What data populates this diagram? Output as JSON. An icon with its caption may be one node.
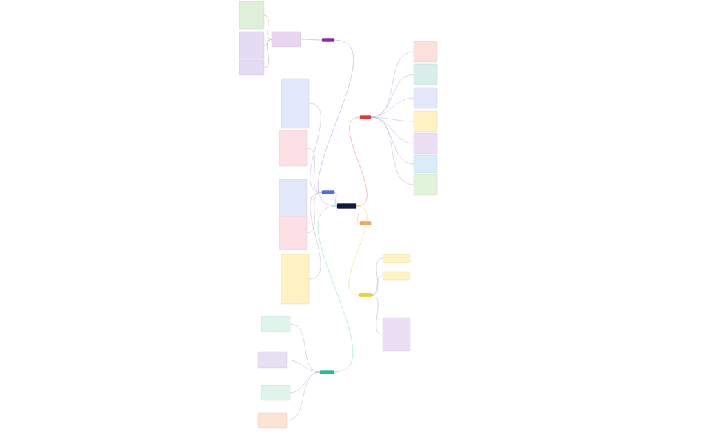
{
  "diagram": {
    "nodes": [
      {
        "text": [],
        "shape": "box"
      },
      {
        "text": [],
        "shape": "box"
      },
      {
        "text": [],
        "shape": "box"
      },
      {
        "text": [],
        "shape": "box"
      },
      {
        "text": [],
        "shape": "box"
      },
      {
        "text": [],
        "shape": "box"
      },
      {
        "text": [],
        "shape": "box"
      },
      {
        "text": [],
        "shape": "box"
      },
      {
        "text": [],
        "shape": "box"
      },
      {
        "text": [],
        "shape": "box"
      },
      {
        "text": [],
        "shape": "box"
      },
      {
        "text": [],
        "shape": "box"
      },
      {
        "text": [],
        "shape": "box"
      },
      {
        "text": [],
        "shape": "box"
      },
      {
        "text": [],
        "shape": "box"
      },
      {
        "text": [],
        "shape": "box"
      },
      {
        "text": [],
        "shape": "box"
      },
      {
        "text": [],
        "shape": "box"
      },
      {
        "text": [],
        "shape": "box"
      },
      {
        "text": [],
        "shape": "box"
      },
      {
        "text": [],
        "shape": "box"
      },
      {
        "text": [],
        "shape": "box"
      },
      {
        "text": [],
        "shape": "box"
      },
      {
        "text": [],
        "shape": "box"
      },
      {
        "text": [],
        "shape": "box"
      },
      {
        "text": [],
        "shape": "box"
      },
      {
        "text": [],
        "shape": "box"
      },
      {
        "text": [],
        "shape": "box"
      },
      {
        "text": [],
        "shape": "box"
      },
      {
        "text": [],
        "shape": "box"
      }
    ],
    "edges": [
      {
        "from": 0,
        "to": 1,
        "arrow": "none",
        "color": "#c99ee0"
      },
      {
        "from": 0,
        "to": 2,
        "arrow": "none",
        "color": "#f28b82"
      },
      {
        "from": 0,
        "to": 3,
        "arrow": "none",
        "color": "#9aa9f5"
      },
      {
        "from": 0,
        "to": 4,
        "arrow": "none",
        "color": "#f6c08f"
      },
      {
        "from": 0,
        "to": 5,
        "arrow": "none",
        "color": "#f2dc6b"
      },
      {
        "from": 0,
        "to": 6,
        "arrow": "none",
        "color": "#8fe3c4"
      },
      {
        "from": 1,
        "to": 7,
        "arrow": "none",
        "color": "#c99ee0"
      },
      {
        "from": 7,
        "to": 8,
        "arrow": "none",
        "color": "#b0b0b0"
      },
      {
        "from": 7,
        "to": 9,
        "arrow": "none",
        "color": "#b0b0b0"
      },
      {
        "from": 7,
        "to": 10,
        "arrow": "none",
        "color": "#b0b0b0"
      },
      {
        "from": 2,
        "to": 11,
        "arrow": "none",
        "color": "#c7b6d9"
      },
      {
        "from": 2,
        "to": 12,
        "arrow": "none",
        "color": "#c7b6d9"
      },
      {
        "from": 2,
        "to": 13,
        "arrow": "none",
        "color": "#c7b6d9"
      },
      {
        "from": 2,
        "to": 14,
        "arrow": "none",
        "color": "#c7b6d9"
      },
      {
        "from": 2,
        "to": 15,
        "arrow": "none",
        "color": "#c7b6d9"
      },
      {
        "from": 2,
        "to": 16,
        "arrow": "none",
        "color": "#c7b6d9"
      },
      {
        "from": 2,
        "to": 17,
        "arrow": "none",
        "color": "#c7b6d9"
      },
      {
        "from": 3,
        "to": 18,
        "arrow": "none",
        "color": "#c7b6d9"
      },
      {
        "from": 3,
        "to": 19,
        "arrow": "none",
        "color": "#c7b6d9"
      },
      {
        "from": 3,
        "to": 20,
        "arrow": "none",
        "color": "#c7b6d9"
      },
      {
        "from": 3,
        "to": 21,
        "arrow": "none",
        "color": "#c7b6d9"
      },
      {
        "from": 3,
        "to": 22,
        "arrow": "none",
        "color": "#c7b6d9"
      },
      {
        "from": 5,
        "to": 23,
        "arrow": "none",
        "color": "#c7b6d9"
      },
      {
        "from": 5,
        "to": 24,
        "arrow": "none",
        "color": "#c7b6d9"
      },
      {
        "from": 5,
        "to": 25,
        "arrow": "none",
        "color": "#c7b6d9"
      },
      {
        "from": 6,
        "to": 26,
        "arrow": "none",
        "color": "#c7b6d9"
      },
      {
        "from": 6,
        "to": 27,
        "arrow": "none",
        "color": "#c7b6d9"
      },
      {
        "from": 6,
        "to": 28,
        "arrow": "none",
        "color": "#c7b6d9"
      },
      {
        "from": 6,
        "to": 29,
        "arrow": "none",
        "color": "#c7b6d9"
      }
    ]
  }
}
